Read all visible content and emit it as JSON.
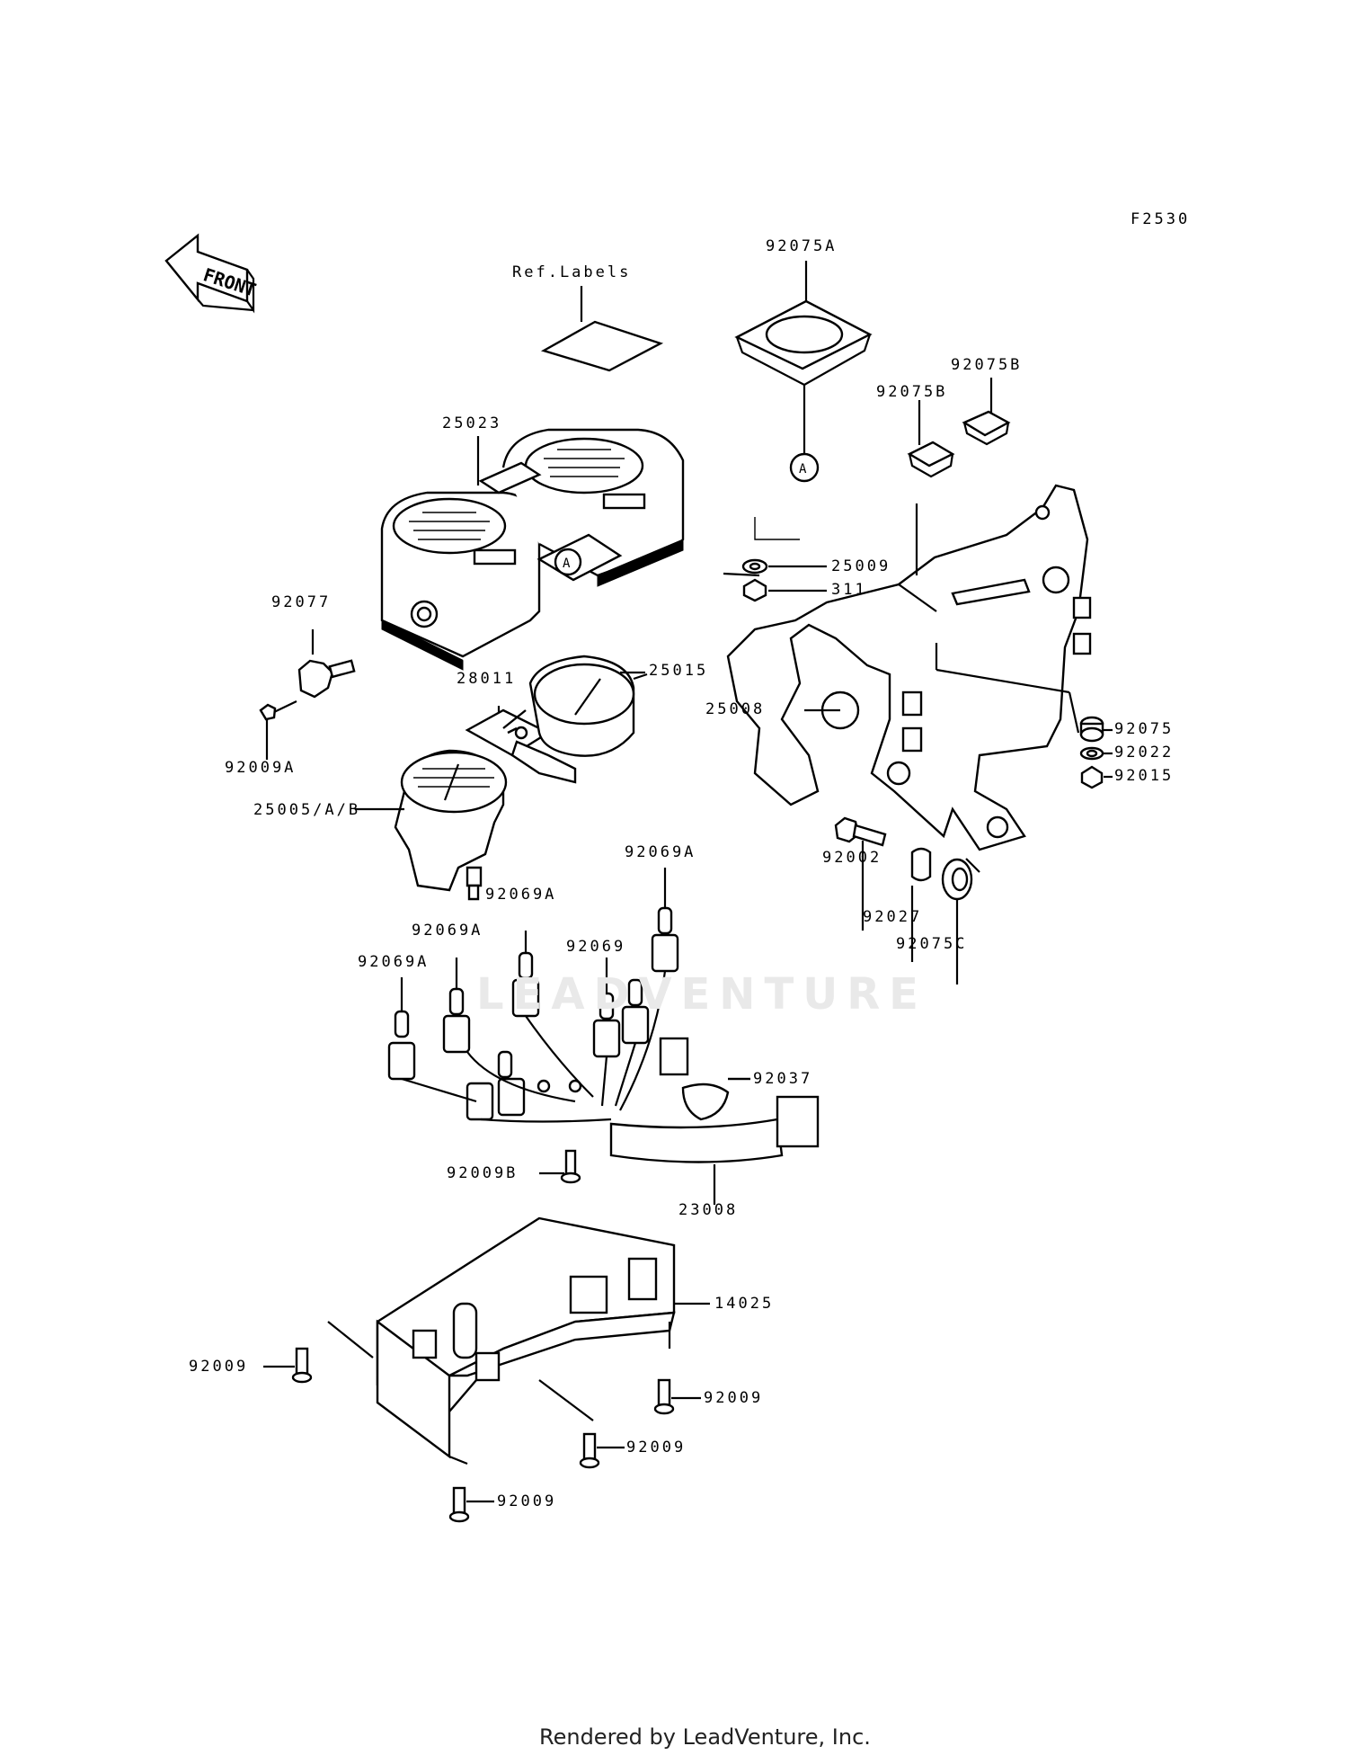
{
  "diagram_code": "F2530",
  "front_arrow_text": "FRONT",
  "callout_letter": "A",
  "watermark": "LEADVENTURE",
  "footer": "Rendered by LeadVenture, Inc.",
  "labels": {
    "ref_labels": "Ref.Labels",
    "p92075a": "92075A",
    "p92075b_right": "92075B",
    "p92075b_left": "92075B",
    "p25023": "25023",
    "p25009": "25009",
    "p311": "311",
    "p92077": "92077",
    "p25015": "25015",
    "p28011": "28011",
    "p25008": "25008",
    "p92075": "92075",
    "p92022": "92022",
    "p92015": "92015",
    "p92009a": "92009A",
    "p25005": "25005/A/B",
    "p92002": "92002",
    "p92027": "92027",
    "p92075c": "92075C",
    "p92069a_top": "92069A",
    "p92069a_2": "92069A",
    "p92069a_3": "92069A",
    "p92069a_4": "92069A",
    "p92069": "92069",
    "p92037": "92037",
    "p92009b": "92009B",
    "p23008": "23008",
    "p14025": "14025",
    "p92009_1": "92009",
    "p92009_2": "92009",
    "p92009_3": "92009",
    "p92009_4": "92009"
  },
  "colors": {
    "ink": "#000000",
    "paper": "#ffffff",
    "watermark": "#e9e9e9"
  }
}
